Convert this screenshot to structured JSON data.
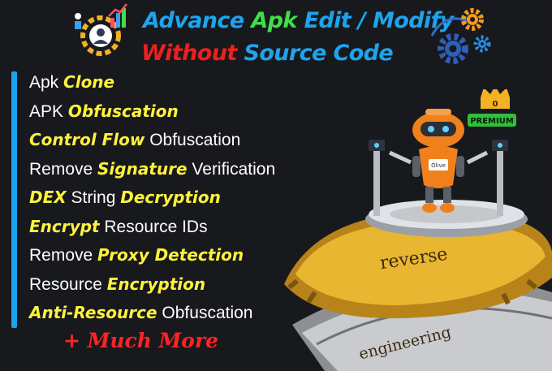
{
  "header": {
    "line1": {
      "w1": "Advance",
      "w2": "Apk",
      "w3": "Edit / Modify"
    },
    "line2": {
      "w1": "Without",
      "w2": "Source Code"
    }
  },
  "features": [
    {
      "pre": "Apk ",
      "hl": "Clone",
      "post": ""
    },
    {
      "pre": "APK ",
      "hl": "Obfuscation",
      "post": ""
    },
    {
      "pre": "",
      "hl": "Control Flow",
      "post": " Obfuscation"
    },
    {
      "pre": "Remove ",
      "hl": "Signature",
      "post": " Verification"
    },
    {
      "pre": "",
      "hl": "DEX",
      "post": " String ",
      "hl2": "Decryption"
    },
    {
      "pre": "",
      "hl": "Encrypt",
      "post": " Resource IDs"
    },
    {
      "pre": "Remove ",
      "hl": "Proxy Detection",
      "post": ""
    },
    {
      "pre": "Resource ",
      "hl": "Encryption",
      "post": ""
    },
    {
      "pre": "",
      "hl": "Anti-Resource",
      "post": " Obfuscation"
    }
  ],
  "footer": {
    "much_more": "+ Much More"
  },
  "badge": {
    "crown_count": "0",
    "label": "PREMIUM"
  },
  "robot": {
    "chest_label": "Olive"
  },
  "gears": {
    "upper_text": "reverse",
    "lower_text": "engineering"
  },
  "colors": {
    "accent_blue": "#1ea4ee",
    "highlight_yellow": "#fff23c",
    "title_green": "#3ee04a",
    "title_red": "#ee1f1f",
    "gear_gold": "#e8b630",
    "robot_orange": "#f0801c"
  }
}
